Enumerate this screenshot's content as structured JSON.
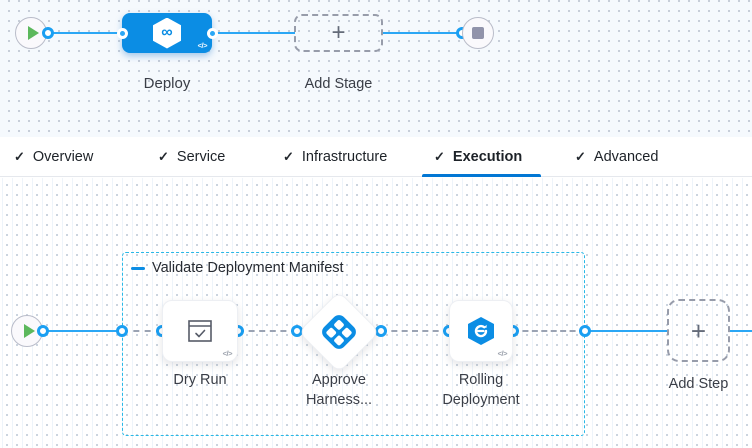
{
  "pipeline": {
    "stage_row": {
      "stage_label": "Deploy",
      "add_stage_label": "Add Stage"
    },
    "tabs": [
      {
        "label": "Overview",
        "checked": true,
        "active": false
      },
      {
        "label": "Service",
        "checked": true,
        "active": false
      },
      {
        "label": "Infrastructure",
        "checked": true,
        "active": false
      },
      {
        "label": "Execution",
        "checked": true,
        "active": true
      },
      {
        "label": "Advanced",
        "checked": true,
        "active": false
      }
    ],
    "execution": {
      "group_label": "Validate Deployment Manifest",
      "steps": [
        {
          "label": "Dry Run",
          "type": "dry-run"
        },
        {
          "label": "Approve Harness...",
          "type": "approval"
        },
        {
          "label": "Rolling Deployment",
          "type": "rolling-deployment"
        }
      ],
      "add_step_label": "Add Step"
    }
  },
  "icons": {
    "plus": "+",
    "check": "✓",
    "code": "</>",
    "infinity": "∞"
  },
  "colors": {
    "node_blue": "#0b8de4",
    "line_blue": "#2ba7f5",
    "group_border_cyan": "#29b9e7",
    "active_tab_underline": "#0277d4",
    "play_green": "#5cb85c",
    "stop_gray": "#9193aa",
    "dashed_gray": "#9aa3b3"
  }
}
